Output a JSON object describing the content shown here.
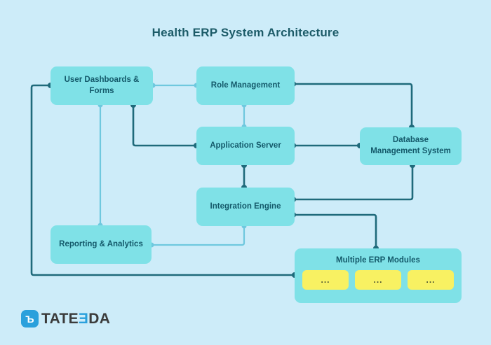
{
  "title": "Health ERP System Architecture",
  "colors": {
    "background": "#cdecf9",
    "node_fill": "#7fe1e7",
    "node_text": "#14596a",
    "title_color": "#1c5b68",
    "connector_dark": "#1f6a7b",
    "connector_light": "#6fc8de",
    "module_fill": "#f8f162",
    "logo_blue": "#2aa0dc",
    "logo_dark": "#3b3b3b"
  },
  "nodes": {
    "user_dashboards": {
      "label": "User Dashboards & Forms"
    },
    "role_management": {
      "label": "Role Management"
    },
    "application_server": {
      "label": "Application Server"
    },
    "database_management": {
      "label": "Database Management System"
    },
    "integration_engine": {
      "label": "Integration Engine"
    },
    "reporting_analytics": {
      "label": "Reporting & Analytics"
    }
  },
  "erp": {
    "label": "Multiple ERP Modules",
    "modules": [
      "...",
      "...",
      "..."
    ]
  },
  "logo": {
    "mark_glyph": "Ъ",
    "text_pre": "TATE",
    "text_accent": "Ǝ",
    "text_post": "DA"
  }
}
